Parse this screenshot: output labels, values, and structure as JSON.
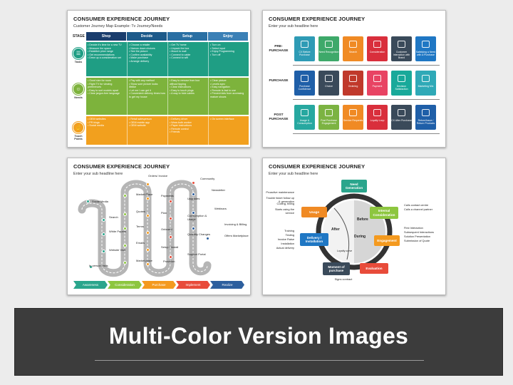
{
  "banner": {
    "title": "Multi-Color Version Images"
  },
  "slide1": {
    "title": "CONSUMER EXPERIENCE JOURNEY",
    "subtitle": "Customer Journey Map Example: Tv Journey/Needs",
    "stage_label": "STAGE",
    "stages": [
      {
        "label": "Shop",
        "color": "#1a3d6d"
      },
      {
        "label": "Decide",
        "color": "#1d5a8a"
      },
      {
        "label": "Setup",
        "color": "#2a6fa3"
      },
      {
        "label": "Enjoy",
        "color": "#3b80b6"
      }
    ],
    "rows": [
      {
        "label": "Tasks",
        "icon": "clipboard-icon",
        "color": "#1f9e84",
        "cells": [
          [
            "Decide it's time for a new TV",
            "Measure the space",
            "Establish price range",
            "Get recommendations",
            "Drew up a consideration set"
          ],
          [
            "Choose a retailer",
            "Narrow down choices",
            "See the picture",
            "Confirm availability",
            "Make purchase",
            "Arrange delivery"
          ],
          [
            "Get TV home",
            "Unpack the box",
            "Mount to wall",
            "Connect to cable",
            "Connect to wifi"
          ],
          [
            "Turn on",
            "Select input",
            "Enjoy Programming",
            "Turn off"
          ]
        ]
      },
      {
        "label": "Needs",
        "icon": "people-icon",
        "color": "#7db33c",
        "cells": [
          [
            "Good size for room",
            "Right TV for viewing preferences",
            "Easy to sort models apart",
            "Clear jargon-free language"
          ],
          [
            "Pay with any method",
            "Show sure picture looks lifelike",
            "Let me I can get it",
            "Convenient delivery times how to get my house"
          ],
          [
            "Easy to remove from box without tipping",
            "Clear instructions",
            "Easy to touch plugs",
            "A way to hide cables"
          ],
          [
            "Clear picture",
            "Levels sync",
            "Easy navigation",
            "Remote is fast to use",
            "Prevent kids from accessing mature shows"
          ]
        ]
      },
      {
        "label": "Touch Points",
        "icon": "touch-icon",
        "color": "#f2a01e",
        "cells": [
          [
            "OEM websites",
            "PR blogs",
            "Social media"
          ],
          [
            "Retail salesperson",
            "OEM mobile app",
            "OEM website"
          ],
          [
            "Delivery driver",
            "Wear-both worker",
            "Paper instructions",
            "Remote control",
            "Friends"
          ],
          [
            "On screen interface"
          ]
        ]
      }
    ]
  },
  "slide2": {
    "title": "CONSUMER EXPERIENCE JOURNEY",
    "subtitle": "Enter your sub headline here",
    "rows": [
      {
        "label": "PRE-PURCHASE",
        "tiles": [
          {
            "label": "CX Before Purchase",
            "color": "#2e9bb5"
          },
          {
            "label": "Need Recognition",
            "color": "#3ea96a"
          },
          {
            "label": "Search",
            "color": "#f08a24"
          },
          {
            "label": "Consideration",
            "color": "#d92f3c"
          },
          {
            "label": "Customer Interaction with Brand",
            "color": "#3a4a5a"
          },
          {
            "label": "Satisfying a Need with a Purchase",
            "color": "#1f77c4"
          }
        ]
      },
      {
        "label": "PURCHASE",
        "tiles": [
          {
            "label": "Purchase Confidence",
            "color": "#1f5fa8"
          },
          {
            "label": "Choice",
            "color": "#3a4a5a"
          },
          {
            "label": "Ordering",
            "color": "#c0392b"
          },
          {
            "label": "Payment",
            "color": "#e84363"
          },
          {
            "label": "Decision Satisfaction",
            "color": "#19a99a"
          },
          {
            "label": "Marketing Mix",
            "color": "#2fa9b7"
          }
        ]
      },
      {
        "label": "POST PURCHASE",
        "tiles": [
          {
            "label": "Usage & Consumption",
            "color": "#27a8a0"
          },
          {
            "label": "Post Purchase Engagement",
            "color": "#7cb342"
          },
          {
            "label": "Service Requests",
            "color": "#f08a24"
          },
          {
            "label": "Loyalty Loop",
            "color": "#d92f3c"
          },
          {
            "label": "CX After Purchase",
            "color": "#3a4a5a"
          },
          {
            "label": "Return/Issue / Return Products",
            "color": "#1f5fa8"
          }
        ]
      }
    ]
  },
  "slide3": {
    "title": "CONSUMER EXPERIENCE JOURNEY",
    "subtitle": "Enter your sub headline here",
    "labels": [
      "Social Media",
      "Search",
      "White Papers",
      "Website Visit",
      "In person visits",
      "Market Place",
      "Quotes",
      "Terms",
      "Emails",
      "Market place",
      "Orders/ Invoice",
      "Payments",
      "Plan",
      "Onboard",
      "Setup / Install",
      "Provision",
      "Community",
      "Upgrades",
      "Consumption & Usage",
      "Quantity Changes",
      "Support Portal",
      "Newsletter",
      "Webinars",
      "Invoicing & Billing",
      "Offers Marketplace"
    ],
    "phases": [
      {
        "label": "Awareness",
        "color": "#2aa58c"
      },
      {
        "label": "Consideration",
        "color": "#8dc63f"
      },
      {
        "label": "Purchase",
        "color": "#f49a1f"
      },
      {
        "label": "Implement",
        "color": "#e84b3a"
      },
      {
        "label": "Realize",
        "color": "#2d5f9e"
      }
    ]
  },
  "slide4": {
    "title": "CONSUMER EXPERIENCE JOURNEY",
    "subtitle": "Enter your sub headline here",
    "stages": [
      {
        "label": "Need Generation",
        "color": "#2aa58c"
      },
      {
        "label": "Internal Consideration",
        "color": "#8dc63f"
      },
      {
        "label": "Engagement",
        "color": "#f49a1f"
      },
      {
        "label": "Evaluation",
        "color": "#e84b3a"
      },
      {
        "label": "Moment of purchase",
        "color": "#3a4a5a"
      },
      {
        "label": "Delivery / Installation",
        "color": "#1f77c4"
      },
      {
        "label": "Usage",
        "color": "#f08a24"
      }
    ],
    "center": {
      "before": "Before",
      "during": "During",
      "after": "After",
      "loyalty": "Loyalty curve"
    },
    "notes_left_top": [
      "Proactive maintenance",
      "Trouble ticket follow up & generation",
      "Coding, billing",
      "Starts using the service"
    ],
    "notes_left_bottom": [
      "Training",
      "Testing",
      "Invoice Raise",
      "Installation",
      "Actual delivery"
    ],
    "notes_right_top": [
      "Calls contact centre",
      "Calls a channel partner"
    ],
    "notes_right_bottom": [
      "First Interaction",
      "Subsequent Interactions",
      "Solution Presentation",
      "Submission of Quote"
    ],
    "note_bottom": "Signs contract"
  }
}
